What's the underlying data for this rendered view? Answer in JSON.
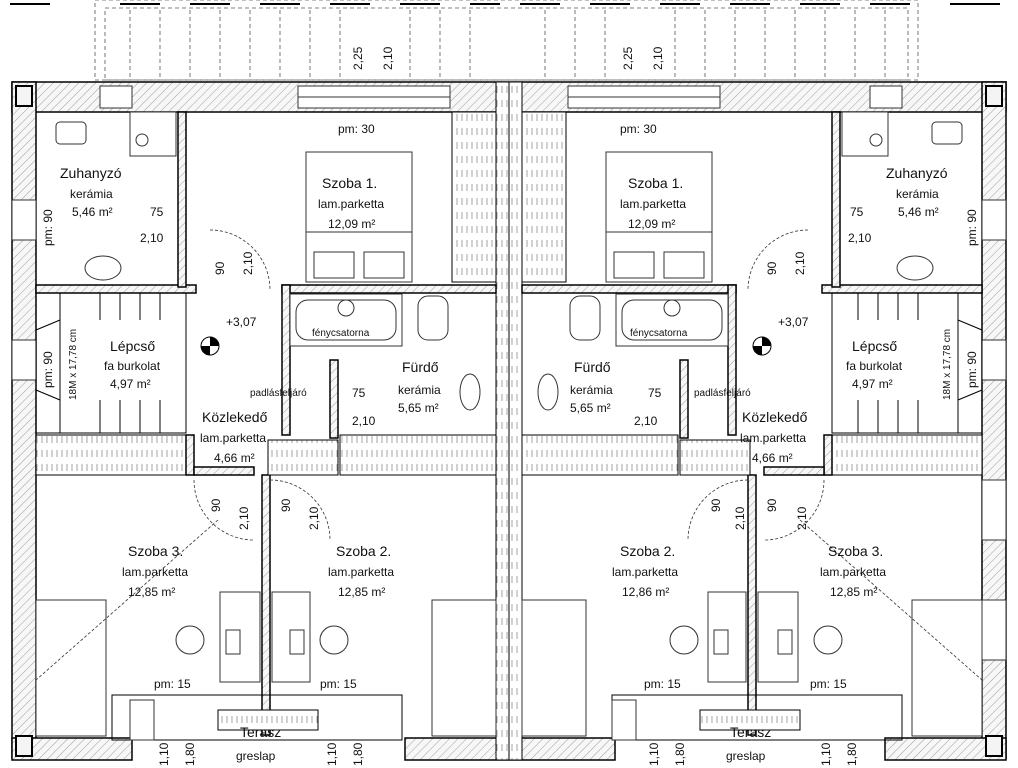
{
  "left_unit": {
    "rooms": {
      "shower": {
        "name": "Zuhanyzó",
        "floor": "kerámia",
        "area": "5,46 m²"
      },
      "room1": {
        "name": "Szoba 1.",
        "floor": "lam.parketta",
        "area": "12,09 m²"
      },
      "stairs": {
        "name": "Lépcső",
        "floor": "fa burkolat",
        "area": "4,97 m²"
      },
      "bath": {
        "name": "Fürdő",
        "floor": "kerámia",
        "area": "5,65 m²"
      },
      "hall": {
        "name": "Közlekedő",
        "floor": "lam.parketta",
        "area": "4,66 m²"
      },
      "room3": {
        "name": "Szoba 3.",
        "floor": "lam.parketta",
        "area": "12,85 m²"
      },
      "room2": {
        "name": "Szoba 2.",
        "floor": "lam.parketta",
        "area": "12,85 m²"
      },
      "terrace": {
        "name": "Terasz",
        "floor": "greslap"
      }
    },
    "labels": {
      "skylight": "fénycsatorna",
      "attic_access": "padlásfeljáró",
      "level": "+3,07",
      "stair_spec": "18M x 17,78 cm"
    },
    "dims": {
      "top_a": "2,25",
      "top_b": "2,10",
      "pm30": "pm: 30",
      "pm90_a": "pm: 90",
      "pm90_b": "pm: 90",
      "d75_a": "75",
      "d210_a": "2,10",
      "d90_a": "90",
      "d210_b": "2,10",
      "d75_b": "75",
      "d210_c": "2,10",
      "d90_b": "90",
      "d210_d": "2,10",
      "d90_c": "90",
      "d210_e": "2,10",
      "pm15_a": "pm: 15",
      "pm15_b": "pm: 15",
      "bot_a": "1,10",
      "bot_b": "1,80",
      "bot_c": "1,10",
      "bot_d": "1,80"
    }
  },
  "right_unit": {
    "rooms": {
      "shower": {
        "name": "Zuhanyzó",
        "floor": "kerámia",
        "area": "5,46 m²"
      },
      "room1": {
        "name": "Szoba 1.",
        "floor": "lam.parketta",
        "area": "12,09 m²"
      },
      "stairs": {
        "name": "Lépcső",
        "floor": "fa burkolat",
        "area": "4,97 m²"
      },
      "bath": {
        "name": "Fürdő",
        "floor": "kerámia",
        "area": "5,65 m²"
      },
      "hall": {
        "name": "Közlekedő",
        "floor": "lam.parketta",
        "area": "4,66 m²"
      },
      "room3": {
        "name": "Szoba 3.",
        "floor": "lam.parketta",
        "area": "12,85 m²"
      },
      "room2": {
        "name": "Szoba 2.",
        "floor": "lam.parketta",
        "area": "12,86 m²"
      },
      "terrace": {
        "name": "Terasz",
        "floor": "greslap"
      }
    },
    "labels": {
      "skylight": "fénycsatorna",
      "attic_access": "padlásfeljáró",
      "level": "+3,07",
      "stair_spec": "18M x 17,78 cm"
    },
    "dims": {
      "top_a": "2,25",
      "top_b": "2,10",
      "pm30": "pm: 30",
      "pm90_a": "pm: 90",
      "pm90_b": "pm: 90",
      "d75_a": "75",
      "d210_a": "2,10",
      "d90_a": "90",
      "d210_b": "2,10",
      "d75_b": "75",
      "d210_c": "2,10",
      "d90_b": "90",
      "d210_d": "2,10",
      "d90_c": "90",
      "d210_e": "2,10",
      "pm15_a": "pm: 15",
      "pm15_b": "pm: 15",
      "bot_a": "1,10",
      "bot_b": "1,80",
      "bot_c": "1,10",
      "bot_d": "1,80"
    }
  }
}
